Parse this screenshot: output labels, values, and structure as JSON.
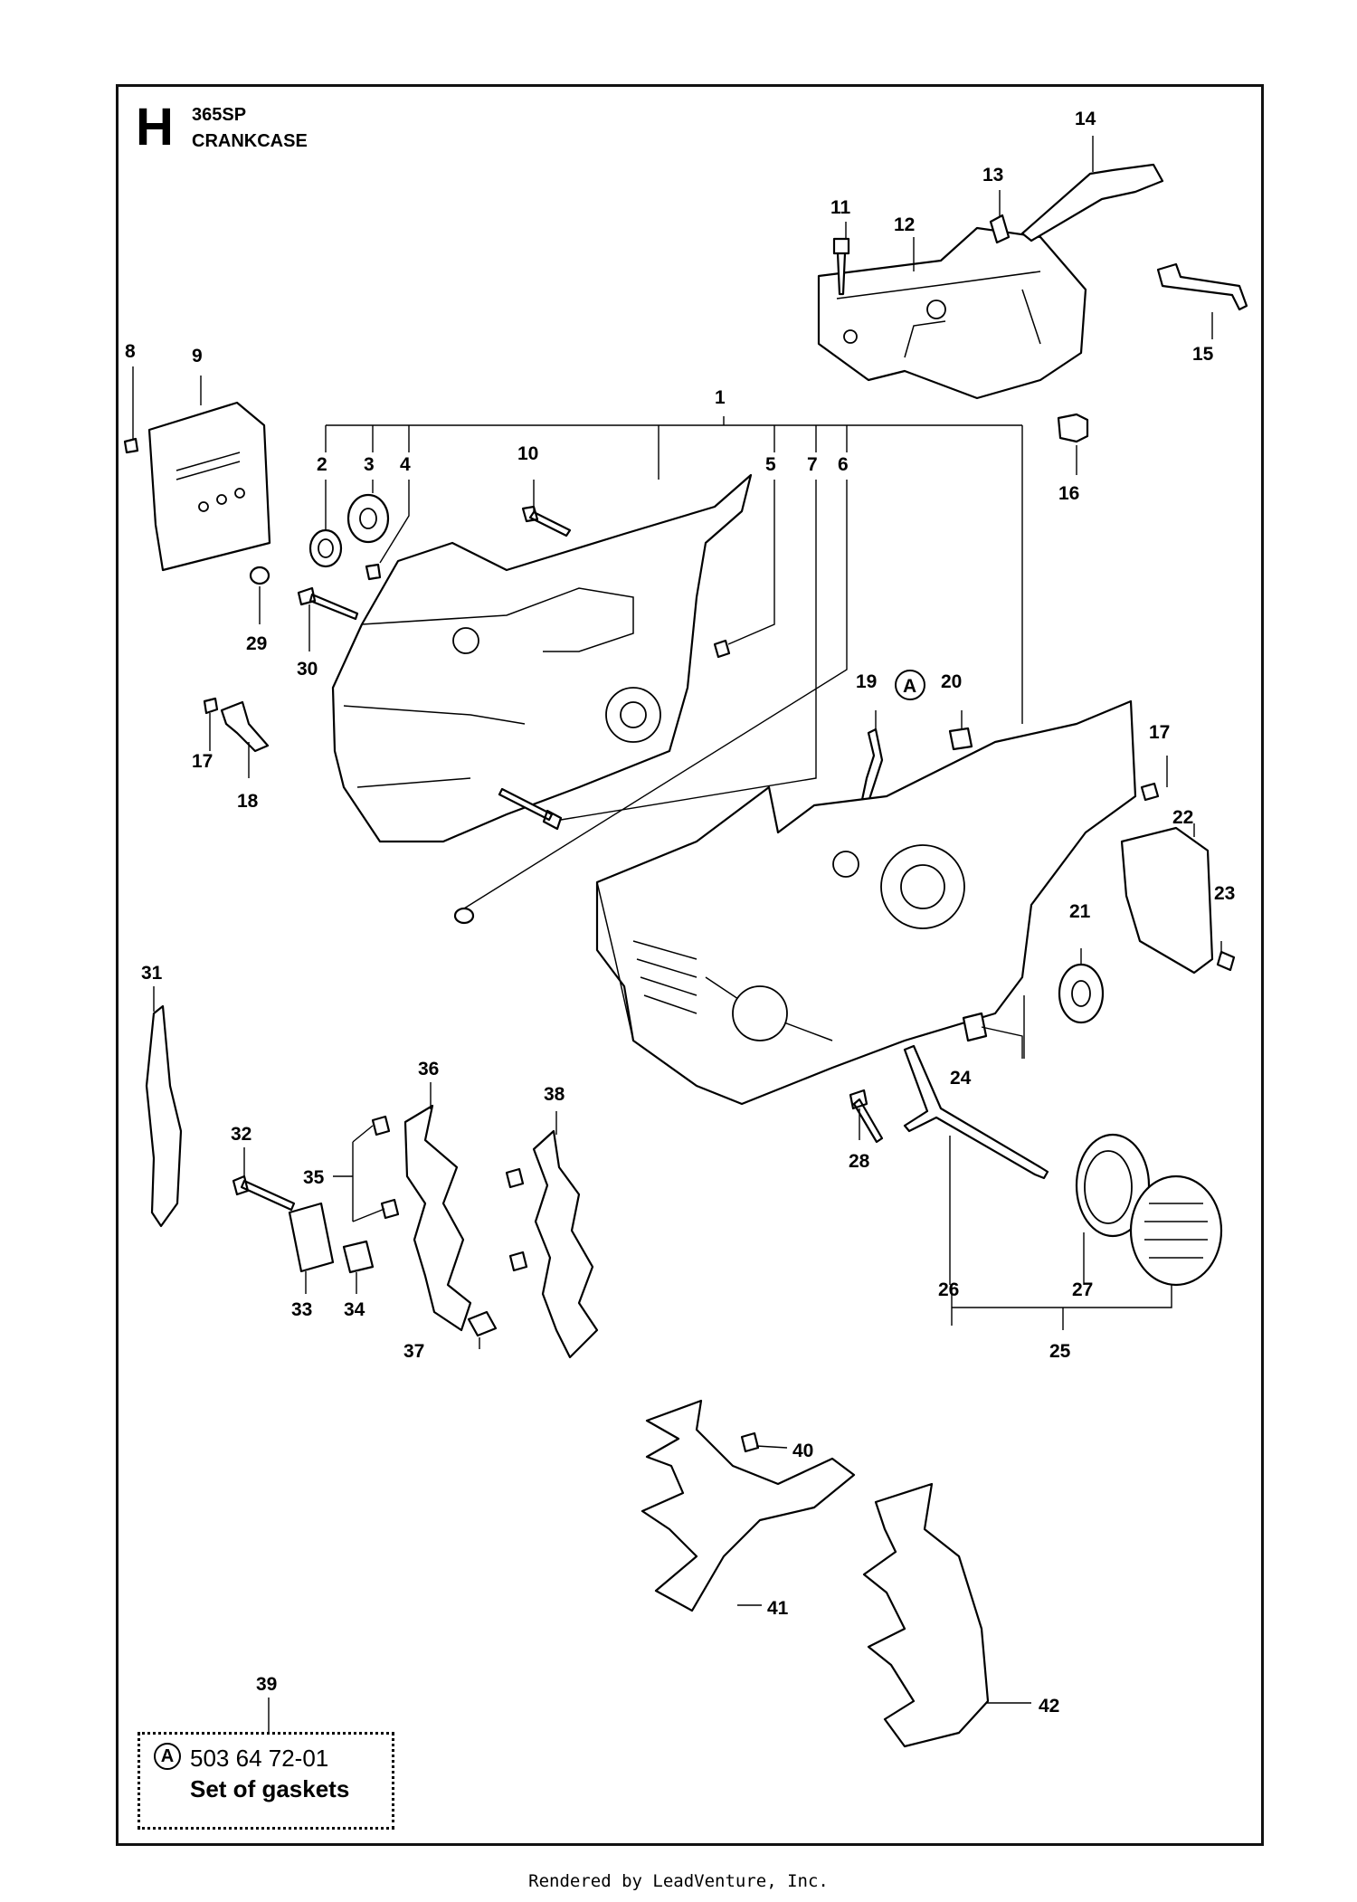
{
  "header": {
    "section_letter": "H",
    "model": "365SP",
    "section_name": "CRANKCASE"
  },
  "callouts": [
    "1",
    "2",
    "3",
    "4",
    "5",
    "6",
    "7",
    "8",
    "9",
    "10",
    "11",
    "12",
    "13",
    "14",
    "15",
    "16",
    "17",
    "17",
    "18",
    "19",
    "20",
    "21",
    "22",
    "23",
    "24",
    "25",
    "26",
    "27",
    "28",
    "29",
    "30",
    "31",
    "32",
    "33",
    "34",
    "35",
    "36",
    "37",
    "38",
    "39",
    "40",
    "41",
    "42"
  ],
  "gasket_marker": "A",
  "kit": {
    "marker": "A",
    "part_number": "503 64 72-01",
    "description": "Set of gaskets"
  },
  "footer": "Rendered by LeadVenture, Inc."
}
